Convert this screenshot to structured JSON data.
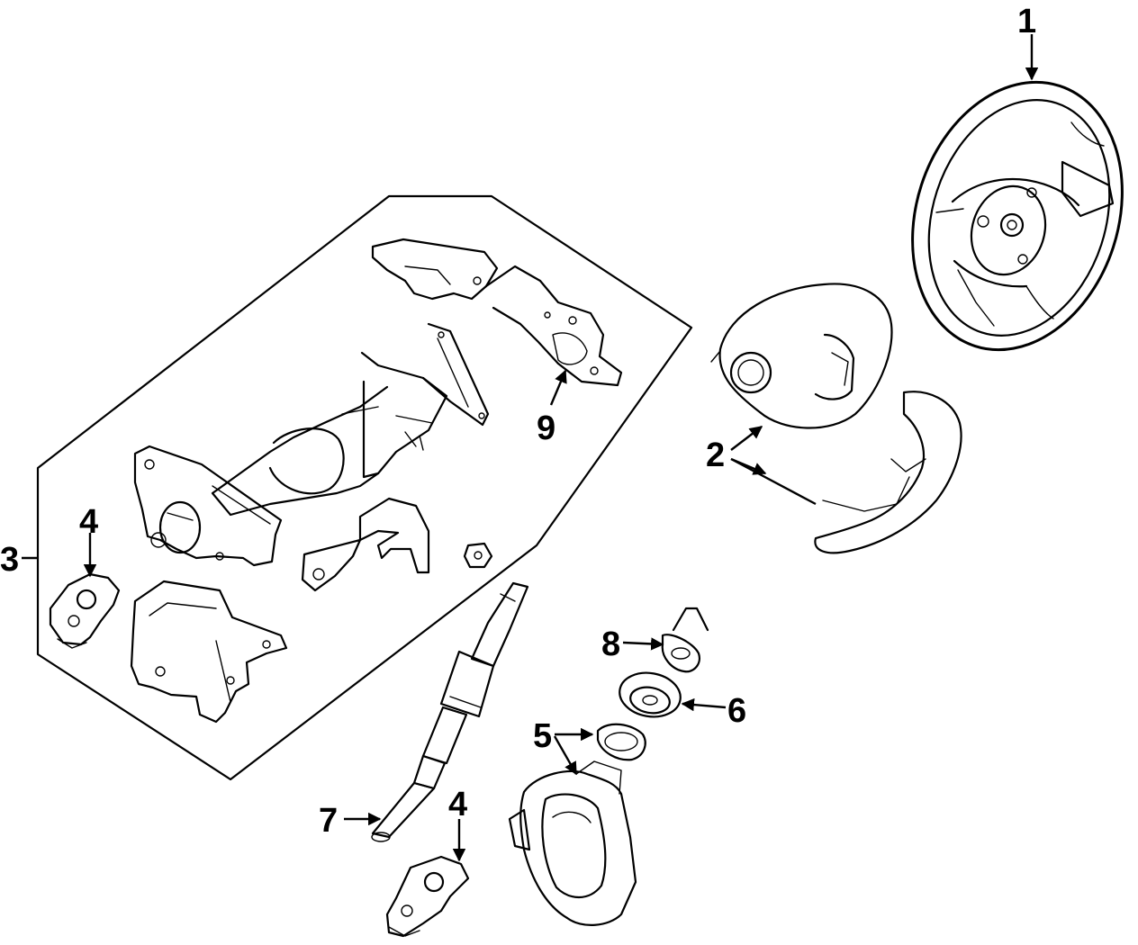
{
  "callouts": [
    {
      "id": "1",
      "label": "1"
    },
    {
      "id": "2",
      "label": "2"
    },
    {
      "id": "3",
      "label": "3"
    },
    {
      "id": "4a",
      "label": "4"
    },
    {
      "id": "4b",
      "label": "4"
    },
    {
      "id": "5",
      "label": "5"
    },
    {
      "id": "6",
      "label": "6"
    },
    {
      "id": "7",
      "label": "7"
    },
    {
      "id": "8",
      "label": "8"
    },
    {
      "id": "9",
      "label": "9"
    }
  ]
}
